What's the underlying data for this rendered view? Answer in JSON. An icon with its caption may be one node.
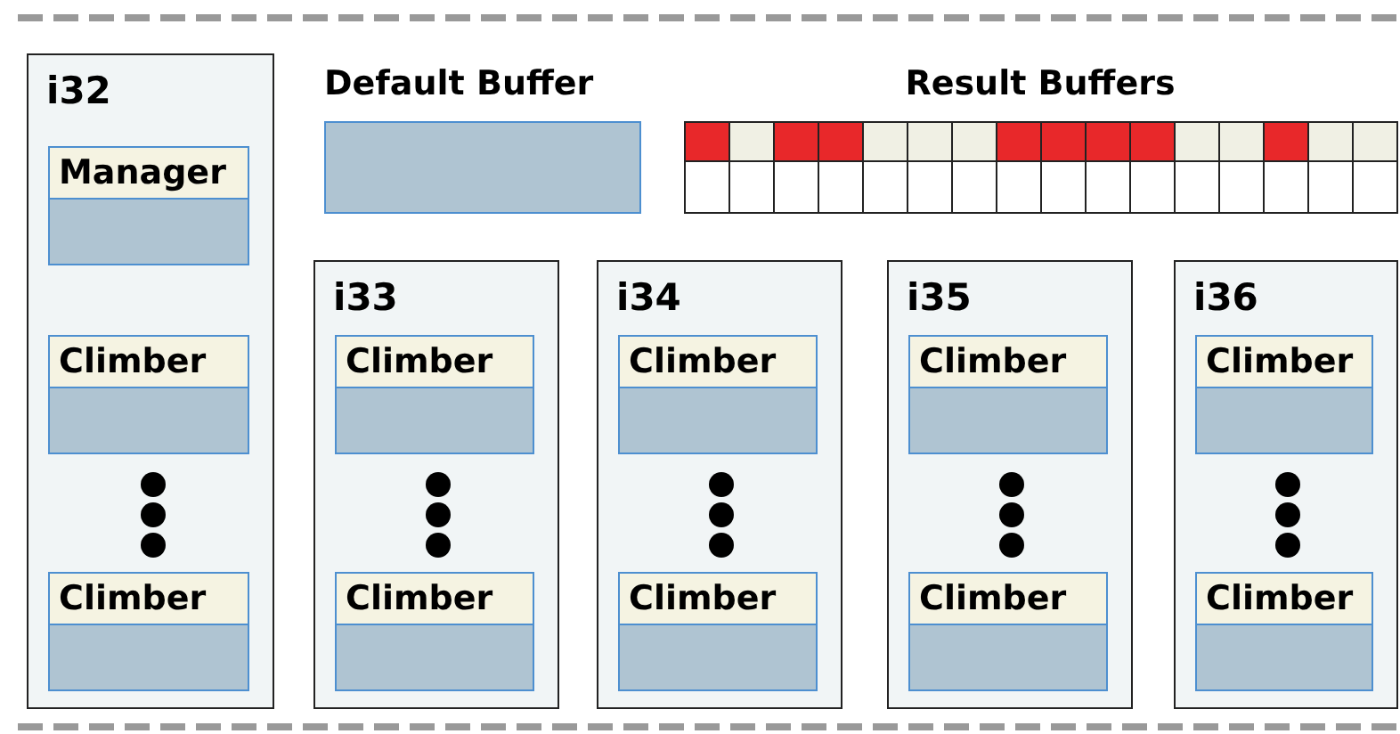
{
  "diagram": {
    "nodes": [
      {
        "text": [
          "i32"
        ]
      },
      {
        "text": [
          "Manager"
        ],
        "in": 0
      },
      {
        "text": [
          "Climber"
        ],
        "in": 0
      },
      {
        "text": [
          "Climber"
        ],
        "in": 0
      },
      {
        "text": [
          "Default Buffer"
        ]
      },
      {
        "text": [
          "Result Buffers"
        ]
      },
      {
        "text": [
          "i33"
        ]
      },
      {
        "text": [
          "Climber"
        ],
        "in": 6
      },
      {
        "text": [
          "Climber"
        ],
        "in": 6
      },
      {
        "text": [
          "i34"
        ]
      },
      {
        "text": [
          "Climber"
        ],
        "in": 9
      },
      {
        "text": [
          "Climber"
        ],
        "in": 9
      },
      {
        "text": [
          "i35"
        ]
      },
      {
        "text": [
          "Climber"
        ],
        "in": 12
      },
      {
        "text": [
          "Climber"
        ],
        "in": 12
      },
      {
        "text": [
          "i36"
        ]
      },
      {
        "text": [
          "Climber"
        ],
        "in": 15
      },
      {
        "text": [
          "Climber"
        ],
        "in": 15
      }
    ],
    "edges": []
  }
}
